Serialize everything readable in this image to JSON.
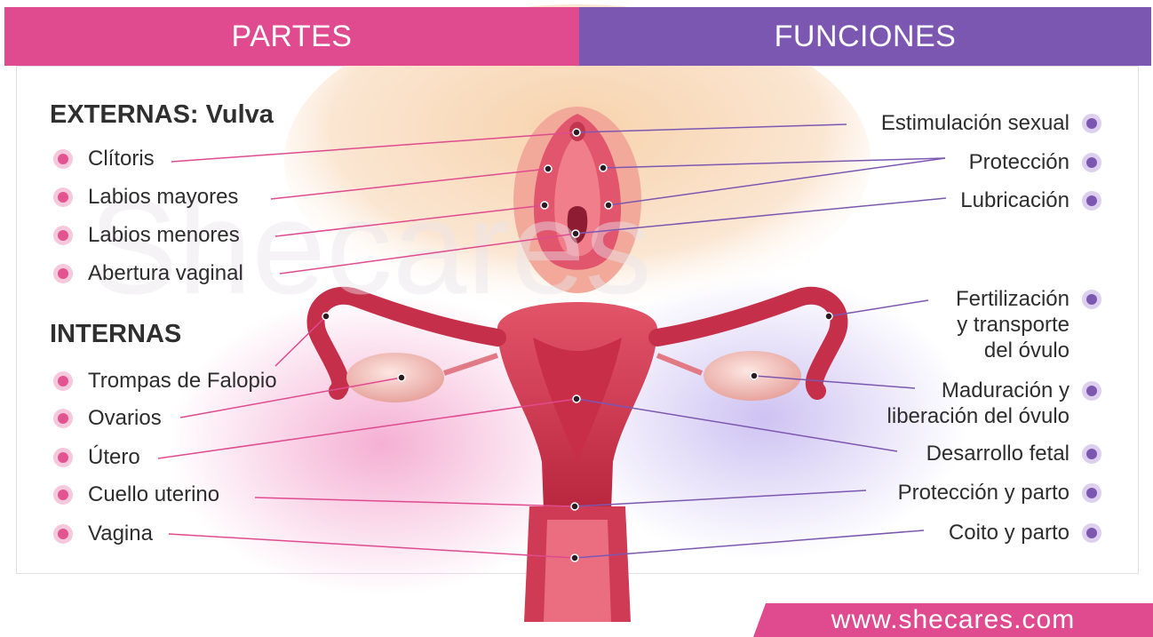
{
  "header": {
    "left": "PARTES",
    "right": "FUNCIONES"
  },
  "externas": {
    "heading": "EXTERNAS:",
    "subheading": "Vulva"
  },
  "internas": {
    "heading": "INTERNAS"
  },
  "parts_external": [
    "Clítoris",
    "Labios mayores",
    "Labios menores",
    "Abertura vaginal"
  ],
  "parts_internal": [
    "Trompas de Falopio",
    "Ovarios",
    "Útero",
    "Cuello uterino",
    "Vagina"
  ],
  "functions": [
    "Estimulación sexual",
    "Protección",
    "Lubricación",
    "Fertilización\ny transporte\ndel óvulo",
    "Maduración y\nliberación del óvulo",
    "Desarrollo fetal",
    "Protección y parto",
    "Coito y parto"
  ],
  "watermark": "Shecares",
  "footer": {
    "url": "www.shecares.com"
  },
  "colors": {
    "pink": "#e04a8f",
    "purple": "#7c57b2"
  }
}
